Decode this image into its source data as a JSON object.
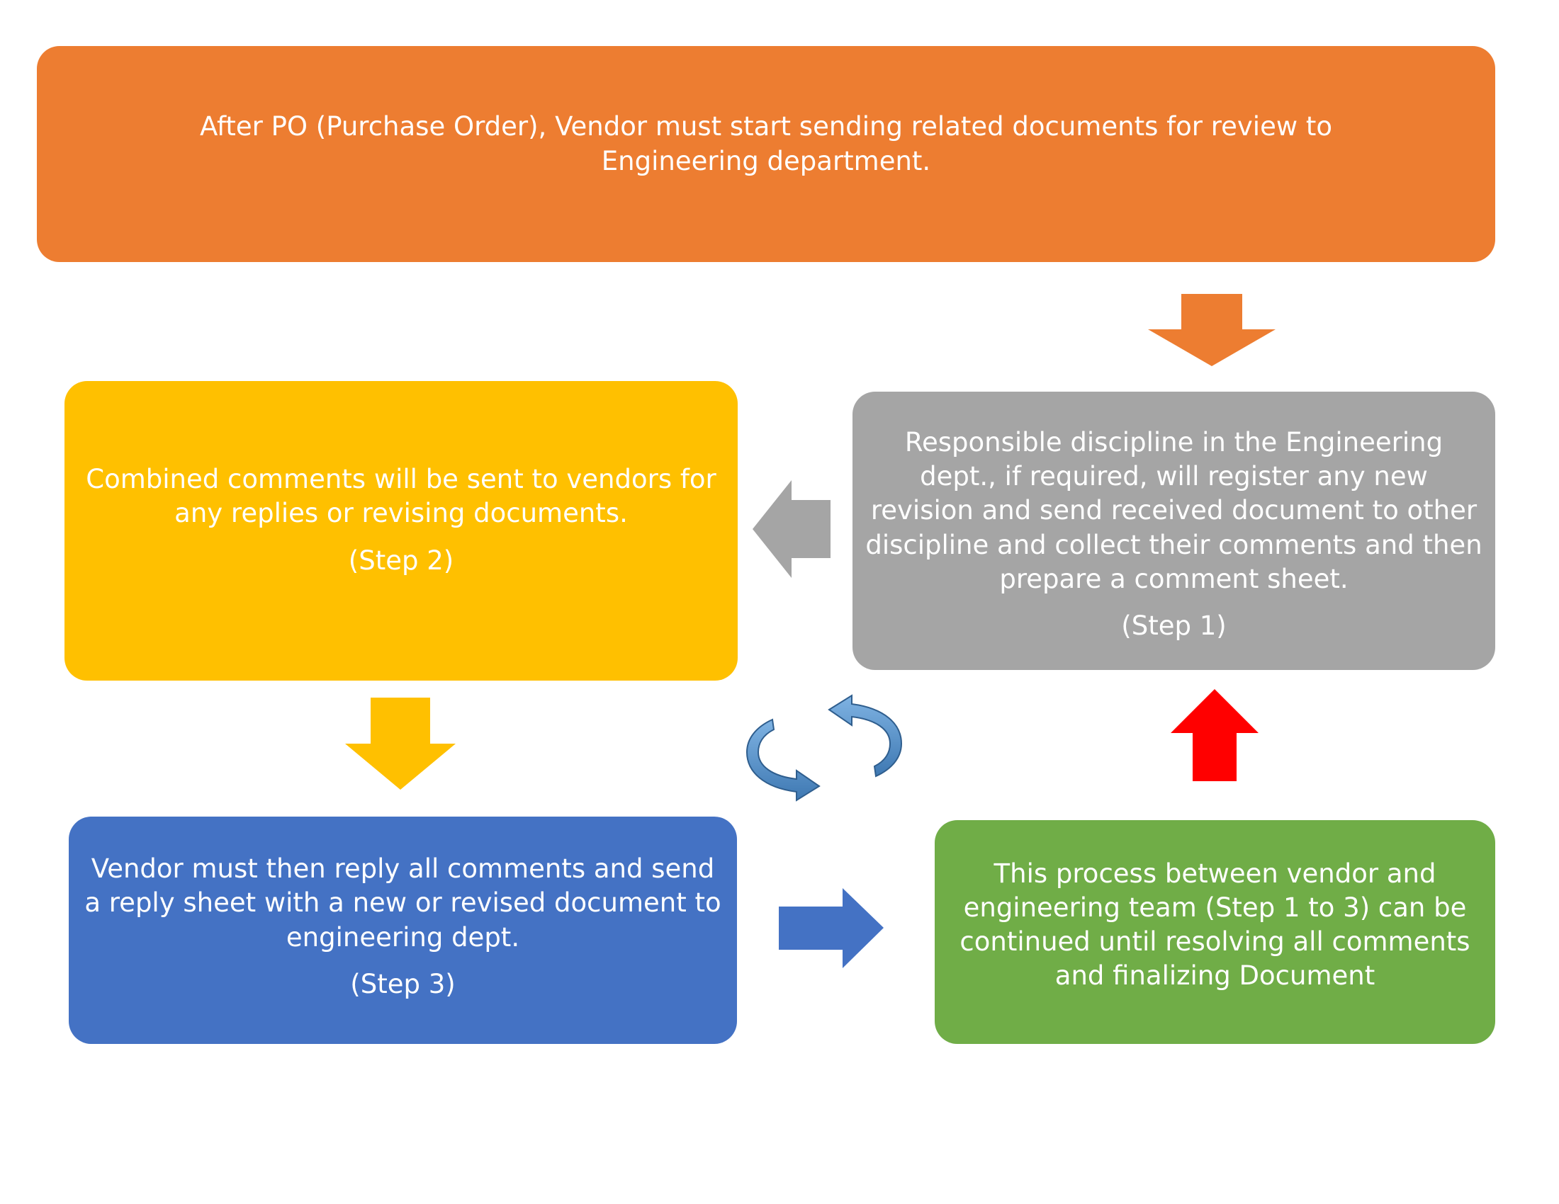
{
  "diagram": {
    "top_box": {
      "text": "After PO (Purchase Order), Vendor must start sending related documents for review to Engineering department.",
      "color": "#ED7D31"
    },
    "step1_box": {
      "text": "Responsible discipline in the Engineering dept., if required, will register any new revision and send received document to other discipline and collect their comments and then prepare a comment sheet.",
      "step_label": "(Step 1)",
      "color": "#A5A5A5"
    },
    "step2_box": {
      "text": "Combined comments will be sent to vendors for any replies or revising documents.",
      "step_label": "(Step 2)",
      "color": "#FFC000"
    },
    "step3_box": {
      "text": "Vendor must then reply all comments and send a reply sheet with a new or revised document to engineering dept.",
      "step_label": "(Step 3)",
      "color": "#4472C4"
    },
    "loop_box": {
      "text": "This process between vendor and engineering team (Step 1 to 3) can be continued until resolving all comments and finalizing Document",
      "color": "#70AD47"
    },
    "arrows": {
      "top_to_step1": {
        "direction": "down",
        "color": "#ED7D31"
      },
      "step1_to_step2": {
        "direction": "left",
        "color": "#A5A5A5"
      },
      "step2_to_step3": {
        "direction": "down",
        "color": "#FFC000"
      },
      "step3_to_loop": {
        "direction": "right",
        "color": "#4472C4"
      },
      "loop_to_step1": {
        "direction": "up",
        "color": "#FF0000"
      },
      "cycle_icon": {
        "icon": "circular-arrows-icon",
        "color": "#5B9BD5"
      }
    }
  }
}
